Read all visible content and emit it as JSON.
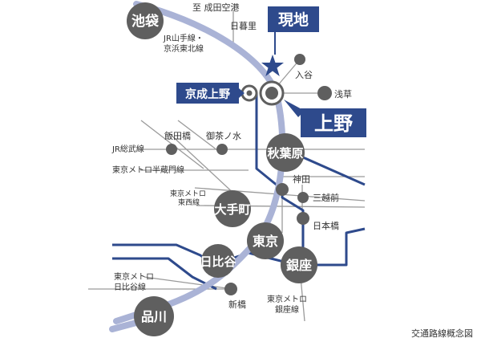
{
  "map": {
    "caption": "交通路線概念図",
    "colors": {
      "jr_loop": "#aab3d6",
      "subway": "#2e4a8c",
      "thin_line": "#9a9a9a",
      "station_fill": "#5f5f5f",
      "accent_box": "#2e4a8c",
      "current_star": "#2e4a8c"
    },
    "current_location": {
      "label": "現地",
      "icon": "star-icon"
    },
    "stations_major": {
      "ikebukuro": "池袋",
      "ueno": "上野",
      "keisei_ueno": "京成上野",
      "akihabara": "秋葉原",
      "otemachi": "大手町",
      "tokyo": "東京",
      "hibiya": "日比谷",
      "ginza": "銀座",
      "shinagawa": "品川"
    },
    "stations_minor": {
      "nippori": "日暮里",
      "iriya": "入谷",
      "asakusa": "浅草",
      "iidabashi": "飯田橋",
      "ochanomizu": "御茶ノ水",
      "kanda": "神田",
      "mitsukoshimae": "三越前",
      "nihonbashi": "日本橋",
      "shimbashi": "新橋"
    },
    "line_labels": {
      "to_narita": "至 成田空港",
      "jr_yamanote_line1": "JR山手線・",
      "jr_yamanote_line2": "京浜東北線",
      "jr_sobu": "JR総武線",
      "hanzomon": "東京メトロ半蔵門線",
      "tozai_line1": "東京メトロ",
      "tozai_line2": "東西線",
      "hibiya_line1": "東京メトロ",
      "hibiya_line2": "日比谷線",
      "ginza_line1": "東京メトロ",
      "ginza_line2": "銀座線"
    }
  }
}
